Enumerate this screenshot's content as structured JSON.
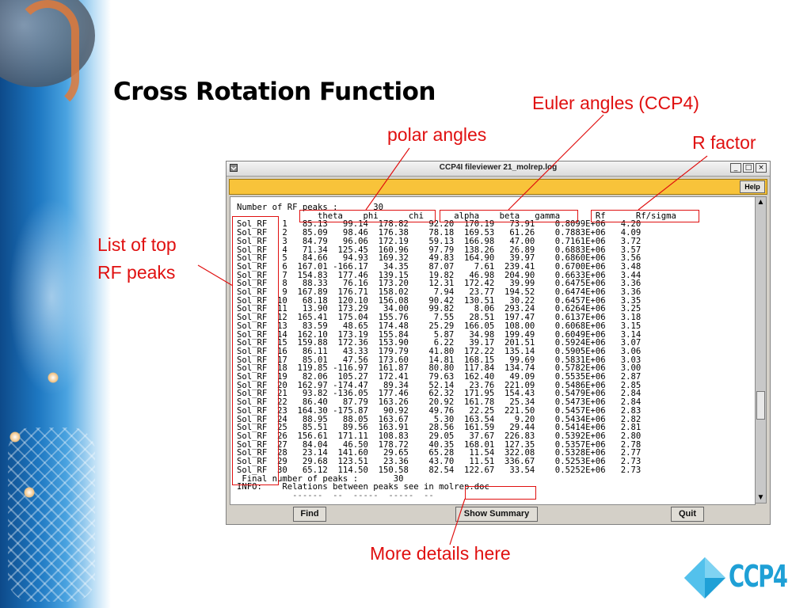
{
  "slide": {
    "title": "Cross Rotation Function",
    "callouts": {
      "euler": "Euler angles (CCP4)",
      "polar": "polar angles",
      "rfactor": "R factor",
      "list_line1": "List of top",
      "list_line2": "RF peaks",
      "details": "More details here"
    },
    "logo_text": "CCP4"
  },
  "window": {
    "title": "CCP4I fileviewer 21_molrep.log",
    "help_label": "Help",
    "buttons": {
      "find": "Find",
      "summary": "Show Summary",
      "quit": "Quit"
    }
  },
  "log": {
    "header_count": "Number of RF peaks :       30",
    "column_header": "                theta    phi      chi      alpha    beta   gamma       Rf      Rf/sigma",
    "footer_count": " Final number of peaks :       30",
    "info": "INFO:    Relations between peaks see in molrep.doc",
    "partial_line": "           ------  --  -----  -----  --",
    "rows": [
      [
        "1",
        "85.13",
        "99.14",
        "178.82",
        "92.20",
        "170.19",
        "73.91",
        "0.8099E+06",
        "4.20"
      ],
      [
        "2",
        "85.09",
        "98.46",
        "176.38",
        "78.18",
        "169.53",
        "61.26",
        "0.7883E+06",
        "4.09"
      ],
      [
        "3",
        "84.79",
        "96.06",
        "172.19",
        "59.13",
        "166.98",
        "47.00",
        "0.7161E+06",
        "3.72"
      ],
      [
        "4",
        "71.34",
        "125.45",
        "160.96",
        "97.79",
        "138.26",
        "26.89",
        "0.6883E+06",
        "3.57"
      ],
      [
        "5",
        "84.66",
        "94.93",
        "169.32",
        "49.83",
        "164.90",
        "39.97",
        "0.6860E+06",
        "3.56"
      ],
      [
        "6",
        "167.01",
        "-166.17",
        "34.35",
        "87.07",
        "7.61",
        "239.41",
        "0.6700E+06",
        "3.48"
      ],
      [
        "7",
        "154.83",
        "177.46",
        "139.15",
        "19.82",
        "46.98",
        "204.90",
        "0.6633E+06",
        "3.44"
      ],
      [
        "8",
        "88.33",
        "76.16",
        "173.20",
        "12.31",
        "172.42",
        "39.99",
        "0.6475E+06",
        "3.36"
      ],
      [
        "9",
        "167.89",
        "176.71",
        "158.02",
        "7.94",
        "23.77",
        "194.52",
        "0.6474E+06",
        "3.36"
      ],
      [
        "10",
        "68.18",
        "120.10",
        "156.08",
        "90.42",
        "130.51",
        "30.22",
        "0.6457E+06",
        "3.35"
      ],
      [
        "11",
        "13.90",
        "173.29",
        "34.00",
        "99.82",
        "8.06",
        "293.24",
        "0.6264E+06",
        "3.25"
      ],
      [
        "12",
        "165.41",
        "175.04",
        "155.76",
        "7.55",
        "28.51",
        "197.47",
        "0.6137E+06",
        "3.18"
      ],
      [
        "13",
        "83.59",
        "48.65",
        "174.48",
        "25.29",
        "166.05",
        "108.00",
        "0.6068E+06",
        "3.15"
      ],
      [
        "14",
        "162.10",
        "173.19",
        "155.84",
        "5.87",
        "34.98",
        "199.49",
        "0.6049E+06",
        "3.14"
      ],
      [
        "15",
        "159.88",
        "172.36",
        "153.90",
        "6.22",
        "39.17",
        "201.51",
        "0.5924E+06",
        "3.07"
      ],
      [
        "16",
        "86.11",
        "43.33",
        "179.79",
        "41.80",
        "172.22",
        "135.14",
        "0.5905E+06",
        "3.06"
      ],
      [
        "17",
        "85.01",
        "47.56",
        "173.60",
        "14.81",
        "168.15",
        "99.69",
        "0.5831E+06",
        "3.03"
      ],
      [
        "18",
        "119.85",
        "-116.97",
        "161.87",
        "80.80",
        "117.84",
        "134.74",
        "0.5782E+06",
        "3.00"
      ],
      [
        "19",
        "82.06",
        "105.27",
        "172.41",
        "79.63",
        "162.40",
        "49.09",
        "0.5535E+06",
        "2.87"
      ],
      [
        "20",
        "162.97",
        "-174.47",
        "89.34",
        "52.14",
        "23.76",
        "221.09",
        "0.5486E+06",
        "2.85"
      ],
      [
        "21",
        "93.82",
        "-136.05",
        "177.46",
        "62.32",
        "171.95",
        "154.43",
        "0.5479E+06",
        "2.84"
      ],
      [
        "22",
        "86.40",
        "87.79",
        "163.26",
        "20.92",
        "161.78",
        "25.34",
        "0.5473E+06",
        "2.84"
      ],
      [
        "23",
        "164.30",
        "-175.87",
        "90.92",
        "49.76",
        "22.25",
        "221.50",
        "0.5457E+06",
        "2.83"
      ],
      [
        "24",
        "88.95",
        "88.05",
        "163.67",
        "5.30",
        "163.54",
        "9.20",
        "0.5434E+06",
        "2.82"
      ],
      [
        "25",
        "85.51",
        "89.56",
        "163.91",
        "28.56",
        "161.59",
        "29.44",
        "0.5414E+06",
        "2.81"
      ],
      [
        "26",
        "156.61",
        "171.11",
        "108.83",
        "29.05",
        "37.67",
        "226.83",
        "0.5392E+06",
        "2.80"
      ],
      [
        "27",
        "84.04",
        "46.50",
        "178.72",
        "40.35",
        "168.01",
        "127.35",
        "0.5357E+06",
        "2.78"
      ],
      [
        "28",
        "23.14",
        "141.60",
        "29.65",
        "65.28",
        "11.54",
        "322.08",
        "0.5328E+06",
        "2.77"
      ],
      [
        "29",
        "29.68",
        "123.51",
        "23.36",
        "43.70",
        "11.51",
        "336.67",
        "0.5253E+06",
        "2.73"
      ],
      [
        "30",
        "65.12",
        "114.50",
        "150.58",
        "82.54",
        "122.67",
        "33.54",
        "0.5252E+06",
        "2.73"
      ]
    ]
  }
}
